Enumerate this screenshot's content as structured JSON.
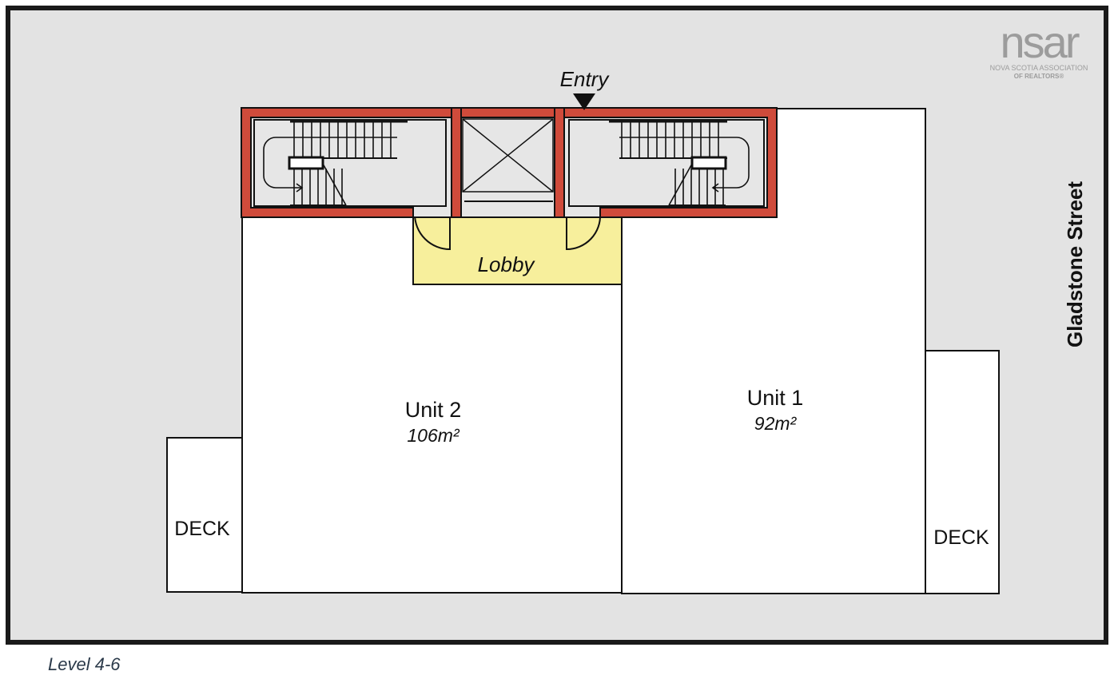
{
  "plan": {
    "entry_label": "Entry",
    "lobby_label": "Lobby",
    "street_label": "Gladstone Street",
    "units": [
      {
        "name": "Unit 2",
        "area": "106m²"
      },
      {
        "name": "Unit 1",
        "area": "92m²"
      }
    ],
    "decks": [
      "DECK",
      "DECK"
    ],
    "level_caption": "Level 4-6"
  },
  "logo": {
    "mark": "nsar",
    "line1": "NOVA SCOTIA ASSOCIATION",
    "line2": "OF REALTORS®"
  },
  "colors": {
    "background": "#e3e3e3",
    "frame": "#1a1a1a",
    "core_wall": "#cf4b3b",
    "lobby": "#f7ef9c",
    "unit": "#ffffff",
    "logo": "#9c9c9c"
  }
}
